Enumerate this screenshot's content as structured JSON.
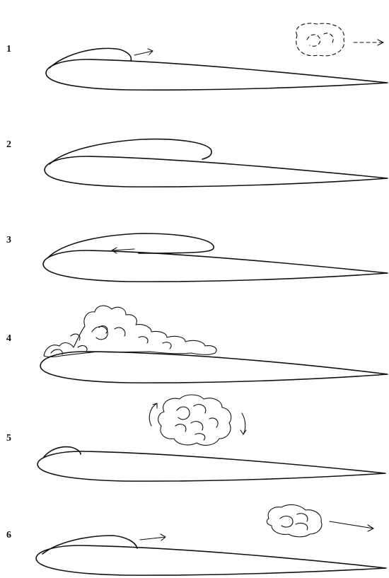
{
  "panels": [
    {
      "label": "1"
    },
    {
      "label": "2"
    },
    {
      "label": "3"
    },
    {
      "label": "4"
    },
    {
      "label": "5"
    },
    {
      "label": "6"
    }
  ],
  "colors": {
    "ink": "#111111",
    "background": "#ffffff"
  }
}
